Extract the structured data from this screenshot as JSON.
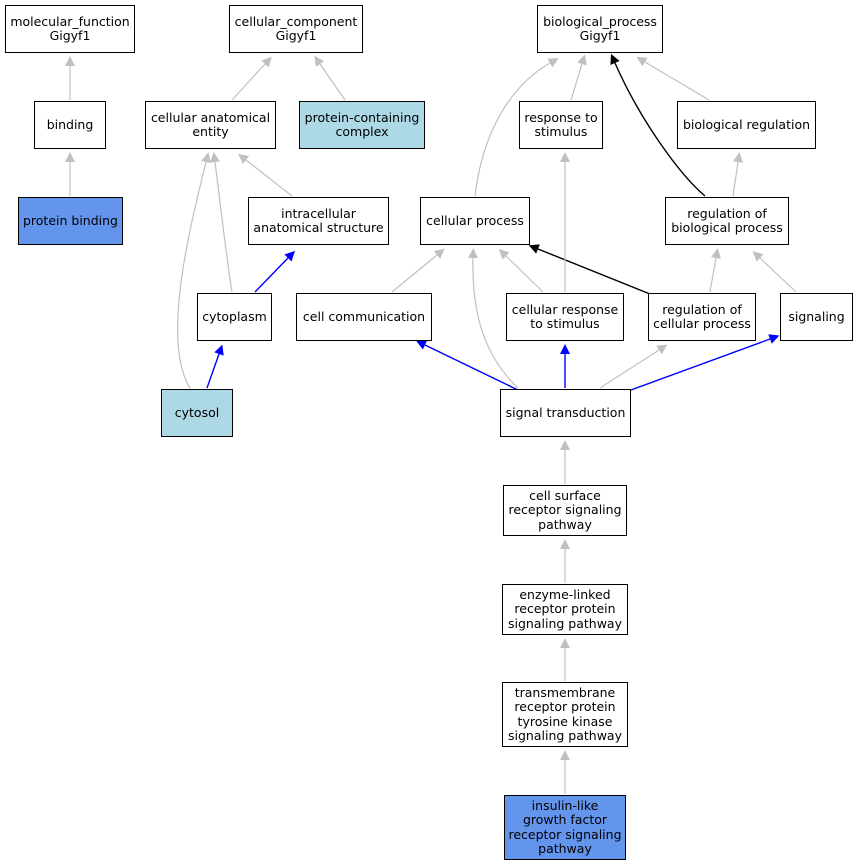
{
  "colors": {
    "default_node_fill": "#ffffff",
    "light_blue_node_fill": "#add8e6",
    "blue_node_fill": "#6495ed",
    "gray_edge": "#c0c0c0",
    "blue_edge": "#0000ff",
    "black_edge": "#000000"
  },
  "nodes": {
    "molecular_function": {
      "label": "molecular_function\nGigyf1",
      "fill": "default"
    },
    "cellular_component": {
      "label": "cellular_component\nGigyf1",
      "fill": "default"
    },
    "biological_process": {
      "label": "biological_process\nGigyf1",
      "fill": "default"
    },
    "binding": {
      "label": "binding",
      "fill": "default"
    },
    "cellular_anatomical_entity": {
      "label": "cellular anatomical\nentity",
      "fill": "default"
    },
    "protein_containing_complex": {
      "label": "protein-containing\ncomplex",
      "fill": "light_blue"
    },
    "response_to_stimulus": {
      "label": "response to\nstimulus",
      "fill": "default"
    },
    "biological_regulation": {
      "label": "biological regulation",
      "fill": "default"
    },
    "protein_binding": {
      "label": "protein binding",
      "fill": "blue"
    },
    "intracellular_anatomical_structure": {
      "label": "intracellular\nanatomical structure",
      "fill": "default"
    },
    "cellular_process": {
      "label": "cellular process",
      "fill": "default"
    },
    "regulation_of_biological_process": {
      "label": "regulation of\nbiological process",
      "fill": "default"
    },
    "cytoplasm": {
      "label": "cytoplasm",
      "fill": "default"
    },
    "cell_communication": {
      "label": "cell communication",
      "fill": "default"
    },
    "cellular_response_to_stimulus": {
      "label": "cellular response\nto stimulus",
      "fill": "default"
    },
    "regulation_of_cellular_process": {
      "label": "regulation of\ncellular process",
      "fill": "default"
    },
    "signaling": {
      "label": "signaling",
      "fill": "default"
    },
    "cytosol": {
      "label": "cytosol",
      "fill": "light_blue"
    },
    "signal_transduction": {
      "label": "signal transduction",
      "fill": "default"
    },
    "cell_surface_receptor_signaling_pathway": {
      "label": "cell surface\nreceptor signaling\npathway",
      "fill": "default"
    },
    "enzyme_linked_receptor_protein_signaling_pathway": {
      "label": "enzyme-linked\nreceptor protein\nsignaling pathway",
      "fill": "default"
    },
    "transmembrane_receptor_protein_tyrosine_kinase_signaling_pathway": {
      "label": "transmembrane\nreceptor protein\ntyrosine kinase\nsignaling pathway",
      "fill": "default"
    },
    "insulin_like_growth_factor_receptor_signaling_pathway": {
      "label": "insulin-like\ngrowth factor\nreceptor signaling\npathway",
      "fill": "blue"
    }
  },
  "edges": [
    {
      "from": "binding",
      "to": "molecular_function",
      "color": "gray"
    },
    {
      "from": "protein_binding",
      "to": "binding",
      "color": "gray"
    },
    {
      "from": "cellular_anatomical_entity",
      "to": "cellular_component",
      "color": "gray"
    },
    {
      "from": "protein_containing_complex",
      "to": "cellular_component",
      "color": "gray"
    },
    {
      "from": "intracellular_anatomical_structure",
      "to": "cellular_anatomical_entity",
      "color": "gray"
    },
    {
      "from": "cytoplasm",
      "to": "cellular_anatomical_entity",
      "color": "gray"
    },
    {
      "from": "cytosol",
      "to": "cellular_anatomical_entity",
      "color": "gray"
    },
    {
      "from": "cytoplasm",
      "to": "intracellular_anatomical_structure",
      "color": "blue"
    },
    {
      "from": "cytosol",
      "to": "cytoplasm",
      "color": "blue"
    },
    {
      "from": "response_to_stimulus",
      "to": "biological_process",
      "color": "gray"
    },
    {
      "from": "cellular_process",
      "to": "biological_process",
      "color": "gray"
    },
    {
      "from": "biological_regulation",
      "to": "biological_process",
      "color": "gray"
    },
    {
      "from": "regulation_of_biological_process",
      "to": "biological_process",
      "color": "black"
    },
    {
      "from": "regulation_of_biological_process",
      "to": "biological_regulation",
      "color": "gray"
    },
    {
      "from": "cell_communication",
      "to": "cellular_process",
      "color": "gray"
    },
    {
      "from": "cellular_response_to_stimulus",
      "to": "cellular_process",
      "color": "gray"
    },
    {
      "from": "signal_transduction",
      "to": "cellular_process",
      "color": "gray"
    },
    {
      "from": "regulation_of_cellular_process",
      "to": "cellular_process",
      "color": "black"
    },
    {
      "from": "cellular_response_to_stimulus",
      "to": "response_to_stimulus",
      "color": "gray"
    },
    {
      "from": "regulation_of_cellular_process",
      "to": "regulation_of_biological_process",
      "color": "gray"
    },
    {
      "from": "signaling",
      "to": "regulation_of_biological_process",
      "color": "gray"
    },
    {
      "from": "signal_transduction",
      "to": "cell_communication",
      "color": "blue"
    },
    {
      "from": "signal_transduction",
      "to": "cellular_response_to_stimulus",
      "color": "blue"
    },
    {
      "from": "signal_transduction",
      "to": "regulation_of_cellular_process",
      "color": "gray"
    },
    {
      "from": "signal_transduction",
      "to": "signaling",
      "color": "blue"
    },
    {
      "from": "cell_surface_receptor_signaling_pathway",
      "to": "signal_transduction",
      "color": "gray"
    },
    {
      "from": "enzyme_linked_receptor_protein_signaling_pathway",
      "to": "cell_surface_receptor_signaling_pathway",
      "color": "gray"
    },
    {
      "from": "transmembrane_receptor_protein_tyrosine_kinase_signaling_pathway",
      "to": "enzyme_linked_receptor_protein_signaling_pathway",
      "color": "gray"
    },
    {
      "from": "insulin_like_growth_factor_receptor_signaling_pathway",
      "to": "transmembrane_receptor_protein_tyrosine_kinase_signaling_pathway",
      "color": "gray"
    }
  ]
}
